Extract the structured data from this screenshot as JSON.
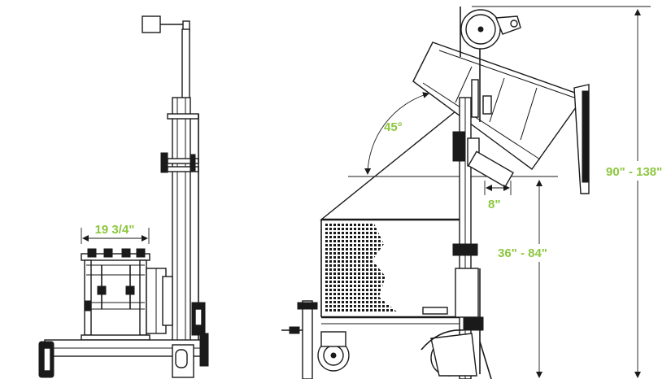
{
  "dimensions": {
    "width_label": "19 3/4\"",
    "angle_label": "45°",
    "offset_label": "8\"",
    "height_label": "36\" - 84\"",
    "total_height_label": "90\" - 138\""
  },
  "colors": {
    "label": "#8dc63f",
    "line": "#1a1a1a",
    "background": "#ffffff"
  }
}
